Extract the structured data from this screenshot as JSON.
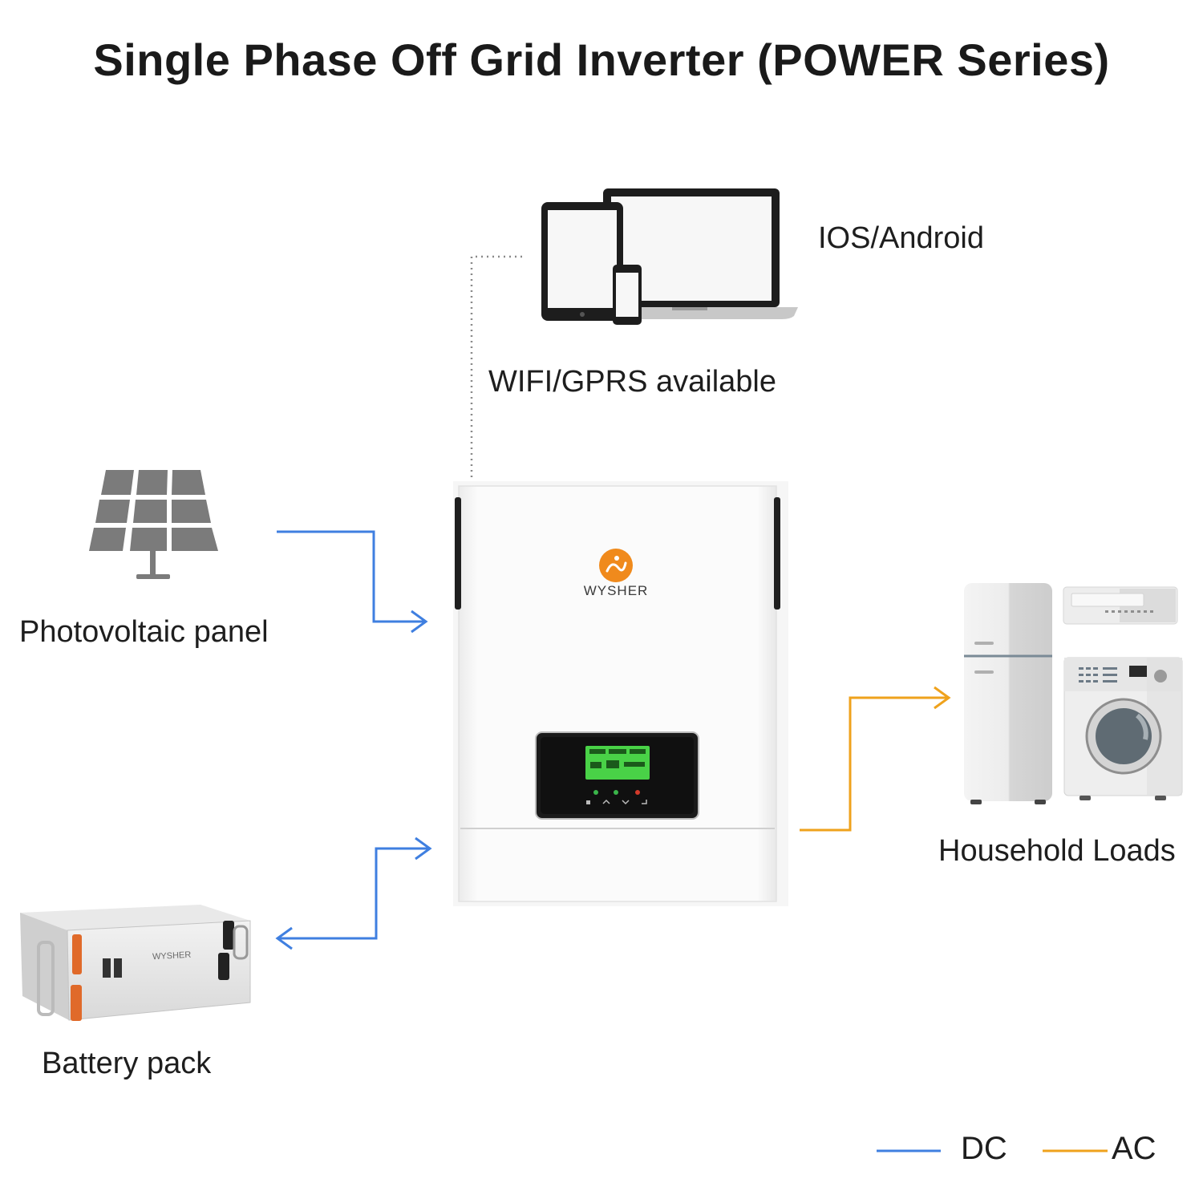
{
  "title": "Single Phase Off Grid Inverter (POWER Series)",
  "devices": {
    "app_label": "IOS/Android",
    "wifi_label": "WIFI/GPRS available"
  },
  "inputs": {
    "pv_label": "Photovoltaic panel",
    "battery_label": "Battery pack"
  },
  "outputs": {
    "loads_label": "Household Loads"
  },
  "inverter": {
    "brand": "WYSHER"
  },
  "battery": {
    "brand": "WYSHER"
  },
  "legend": {
    "dc_label": "DC",
    "ac_label": "AC"
  },
  "colors": {
    "dc": "#3f7fe0",
    "ac": "#efa21c",
    "brand": "#f08a1c"
  },
  "icons": [
    "tablet-icon",
    "laptop-icon",
    "smartphone-icon",
    "solar-panel-icon",
    "battery-pack-icon",
    "refrigerator-icon",
    "air-conditioner-icon",
    "washing-machine-icon",
    "inverter-unit"
  ]
}
